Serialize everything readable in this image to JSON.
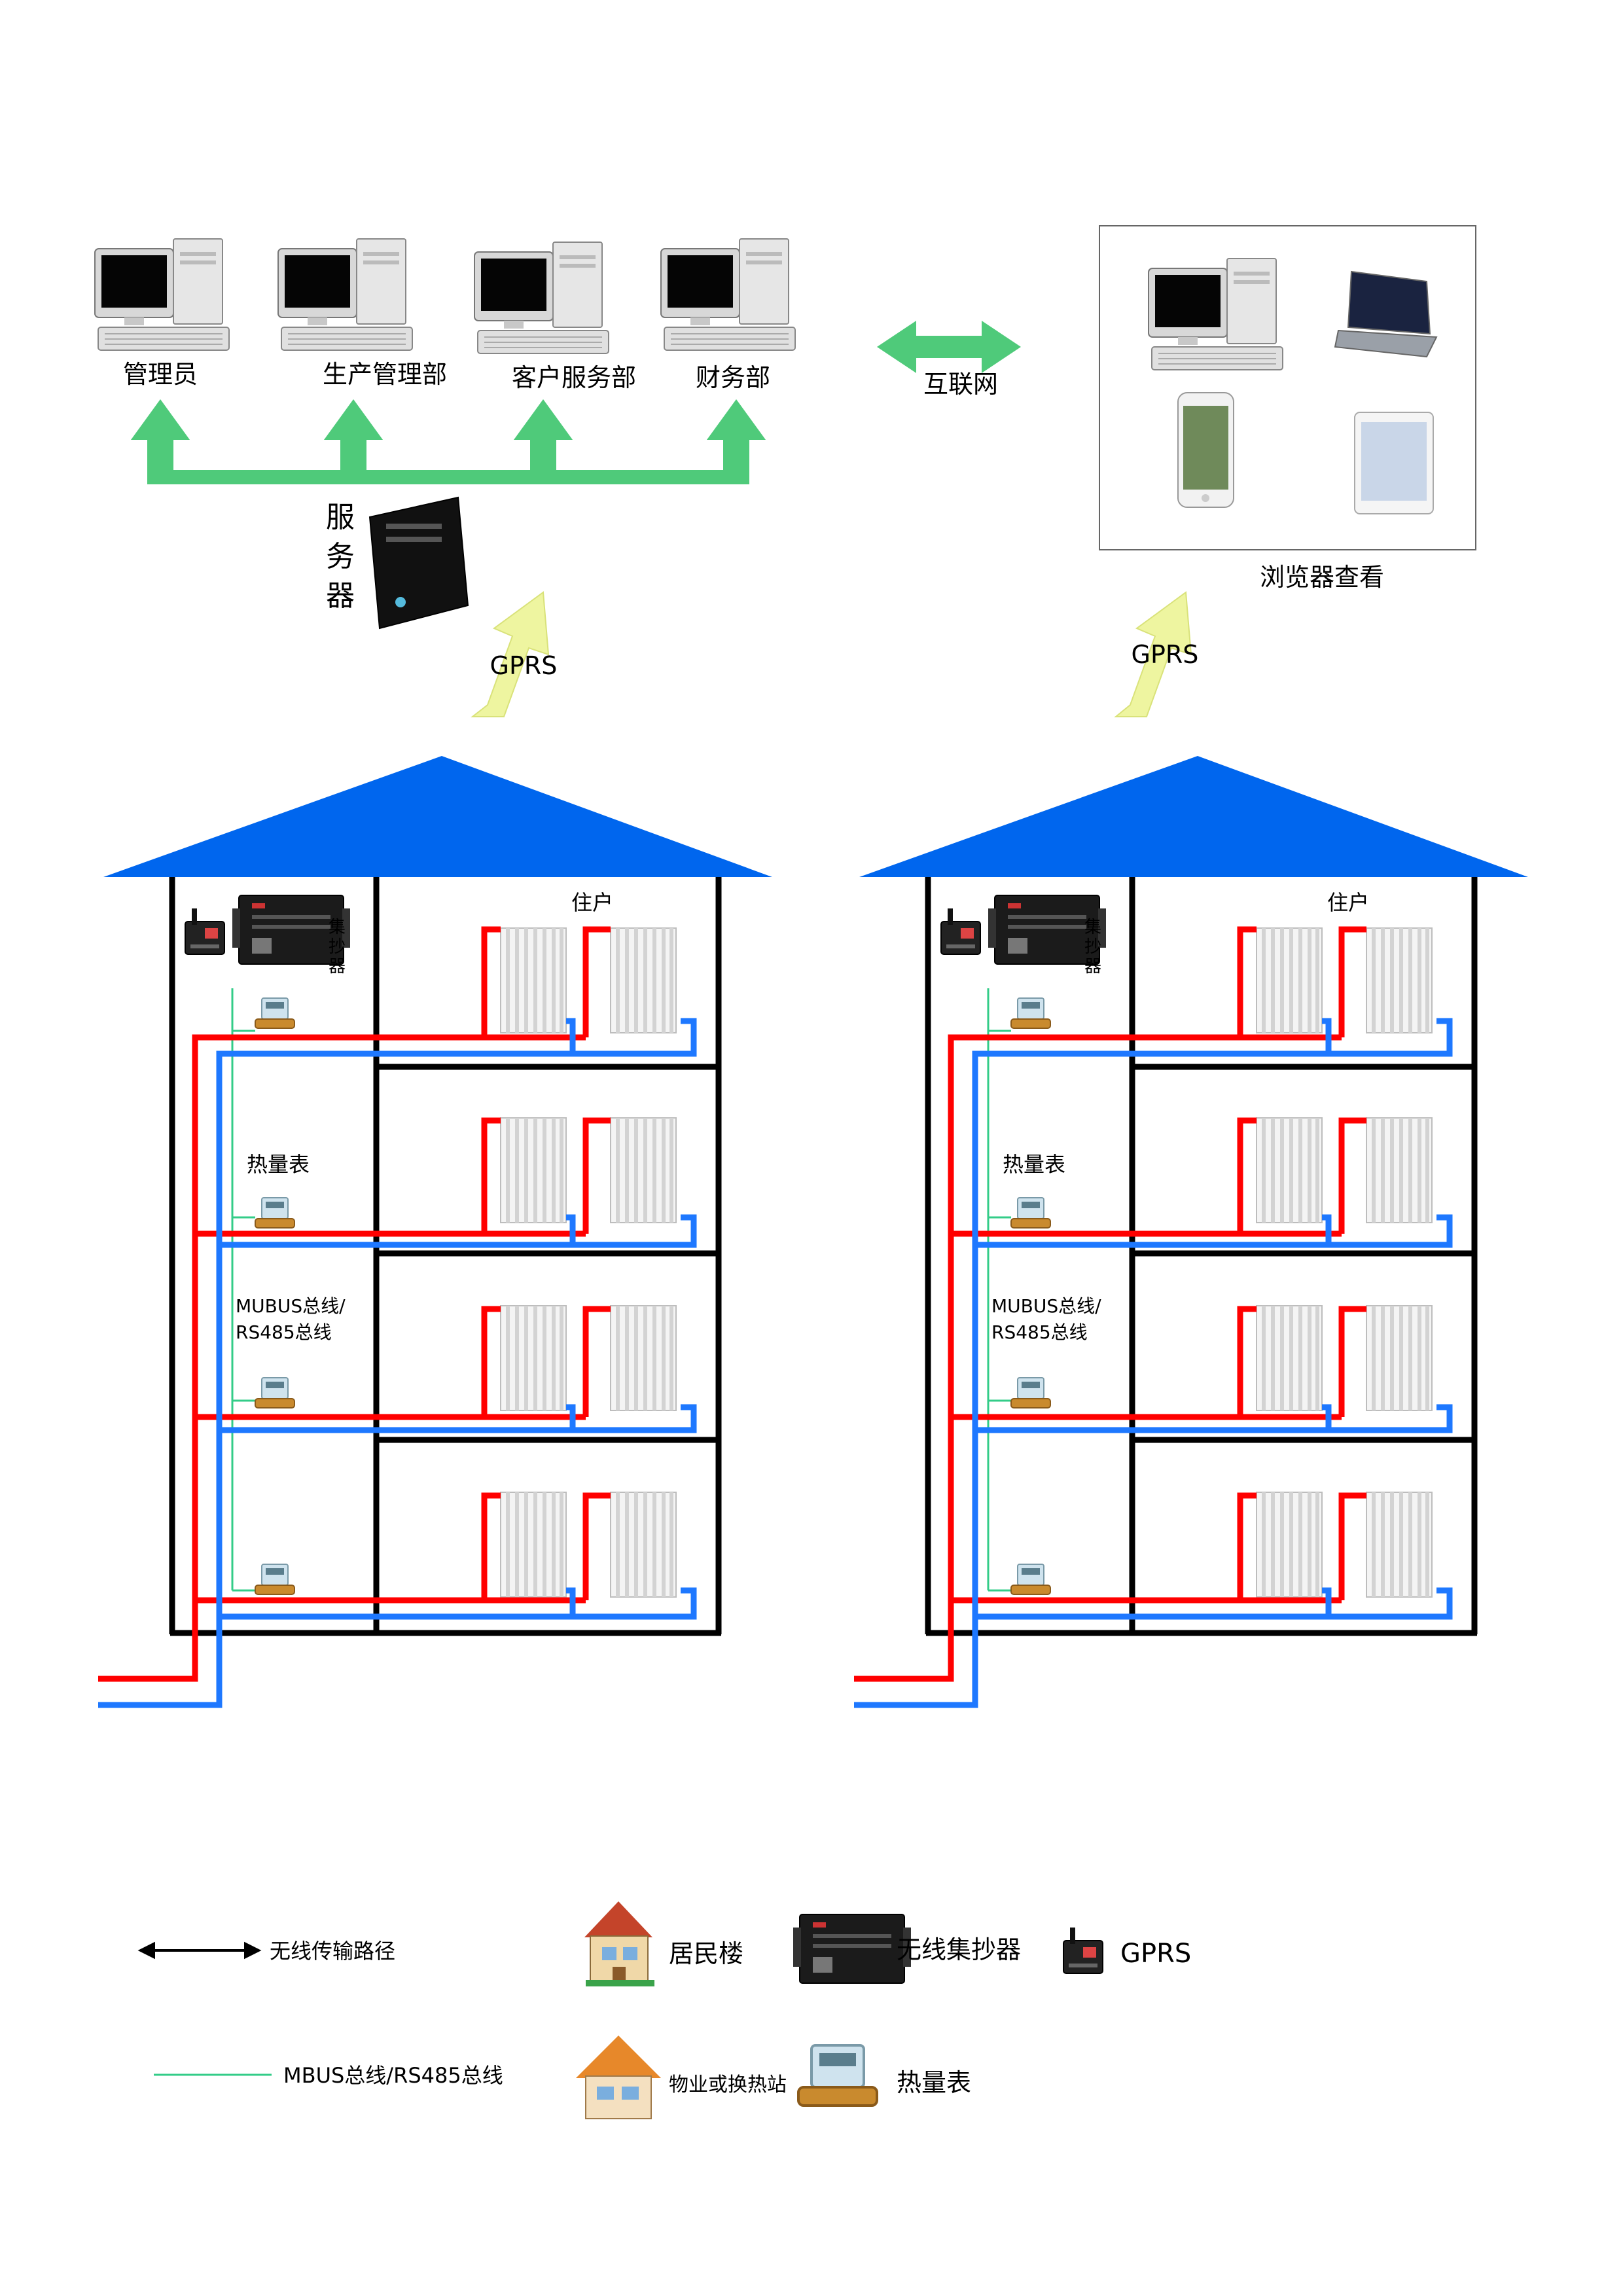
{
  "top": {
    "departments": [
      "管理员",
      "生产管理部",
      "客户服务部",
      "财务部"
    ],
    "server_label": [
      "服",
      "务",
      "器"
    ],
    "internet_label": "互联网",
    "browser_label": "浏览器查看",
    "gprs_left": "GPRS",
    "gprs_right": "GPRS"
  },
  "buildings": {
    "collector_label": [
      "集",
      "抄",
      "器"
    ],
    "resident_label": "住户",
    "meter_label": "热量表",
    "bus_label_line1": "MUBUS总线/",
    "bus_label_line2": "RS485总线"
  },
  "legend": {
    "wireless_path": "无线传输路径",
    "bus_line": "MBUS总线/RS485总线",
    "residential": "居民楼",
    "collector": "无线集抄器",
    "gprs": "GPRS",
    "property_station": "物业或换热站",
    "heat_meter": "热量表"
  },
  "colors": {
    "roof": "#0066ee",
    "supply_pipe": "#ff0000",
    "return_pipe": "#1e78ff",
    "bus_line": "#33cc88",
    "network_arrow": "#4fca7a",
    "gprs_arrow": "#eef5a0",
    "wall": "#000000"
  }
}
